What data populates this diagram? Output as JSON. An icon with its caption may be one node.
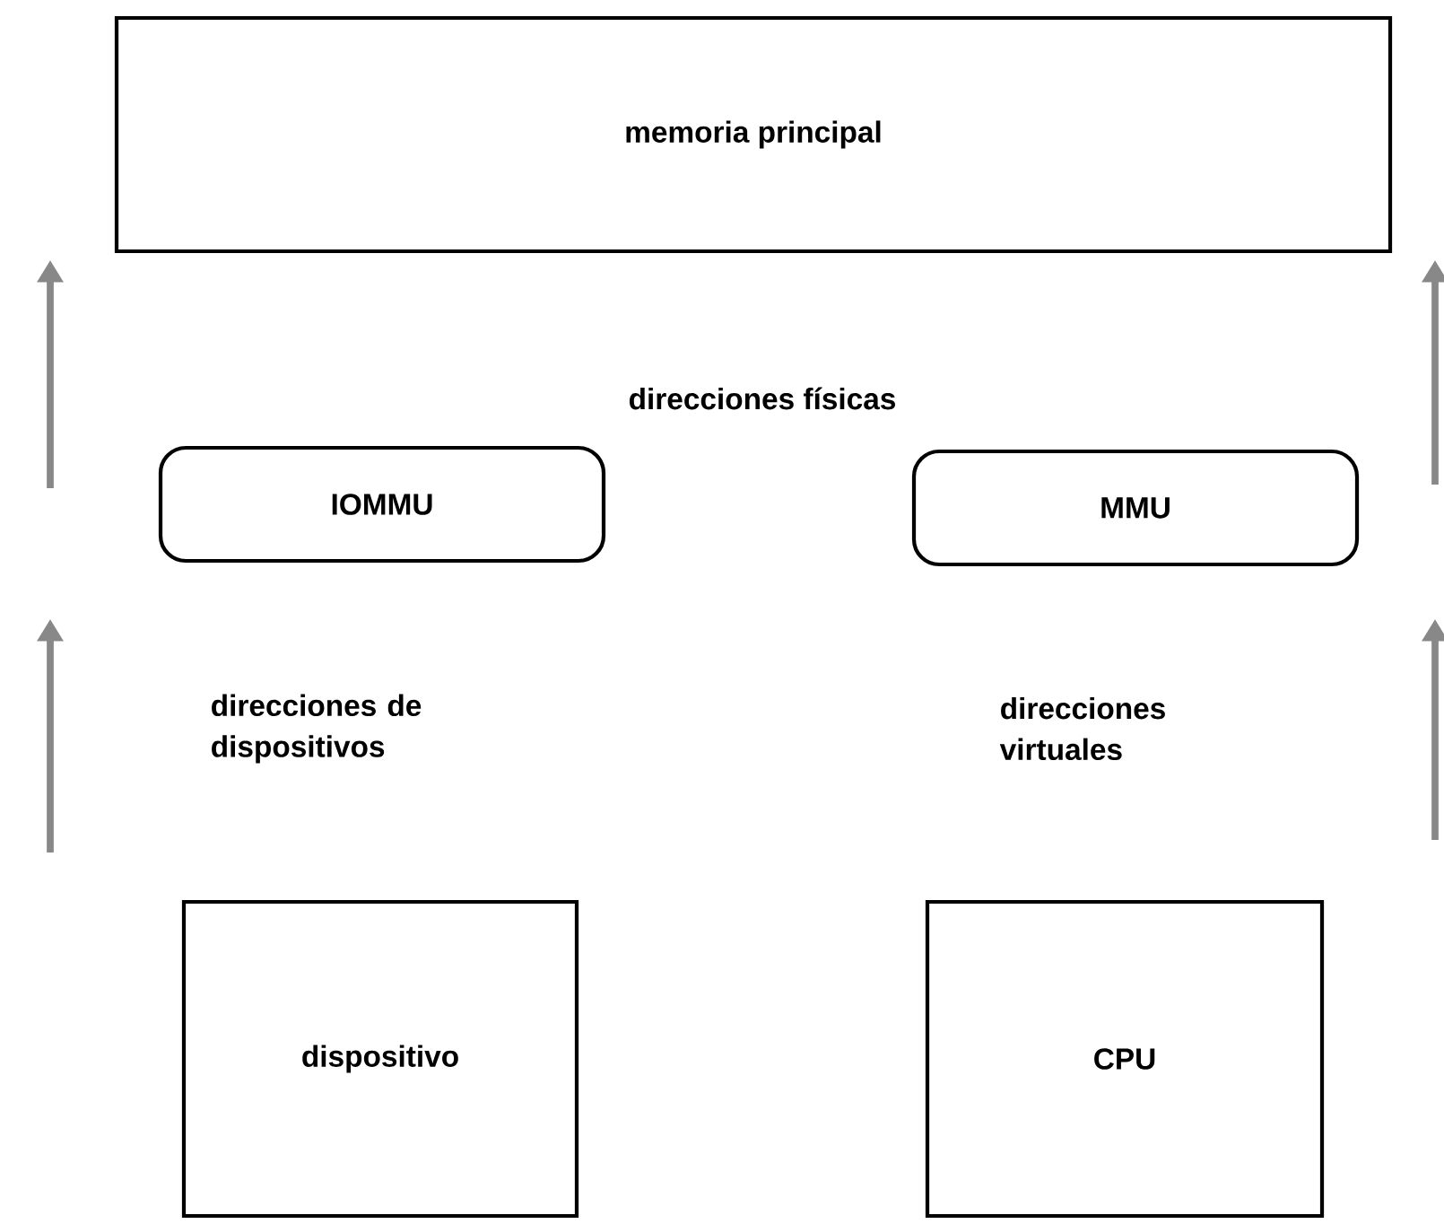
{
  "diagram": {
    "nodes": [
      {
        "text": [
          "memoria principal"
        ]
      },
      {
        "text": [
          "IOMMU"
        ]
      },
      {
        "text": [
          "MMU"
        ]
      },
      {
        "text": [
          "dispositivo"
        ]
      },
      {
        "text": [
          "CPU"
        ]
      }
    ],
    "labels": [
      "direcciones físicas",
      "direcciones de dispositivos",
      "direcciones virtuales"
    ]
  }
}
